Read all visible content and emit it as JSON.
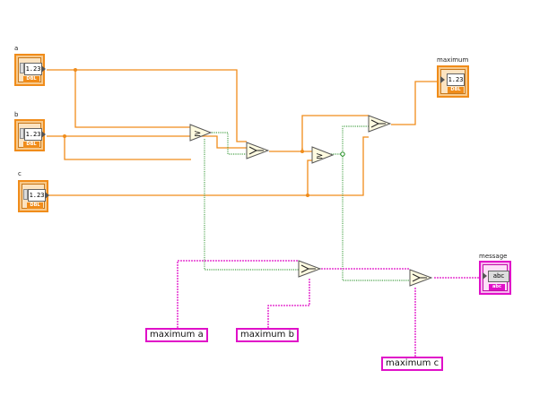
{
  "diagram": {
    "controls": [
      {
        "name": "a",
        "value": "1.23",
        "type": "DBL"
      },
      {
        "name": "b",
        "value": "1.23",
        "type": "DBL"
      },
      {
        "name": "c",
        "value": "1.23",
        "type": "DBL"
      }
    ],
    "indicators": {
      "maximum": {
        "label": "maximum",
        "value": "1.23",
        "type": "DBL"
      },
      "message": {
        "label": "message",
        "value": "abc",
        "type": "abc"
      }
    },
    "constants": {
      "a": "maximum a",
      "b": "maximum b",
      "c": "maximum c"
    },
    "nodes": {
      "greater_symbol": "≥",
      "select_symbol": "▶"
    },
    "colors": {
      "numeric_wire": "#f08c1a",
      "string_wire": "#e010c8",
      "boolean_wire": "#1a8a1a"
    }
  }
}
